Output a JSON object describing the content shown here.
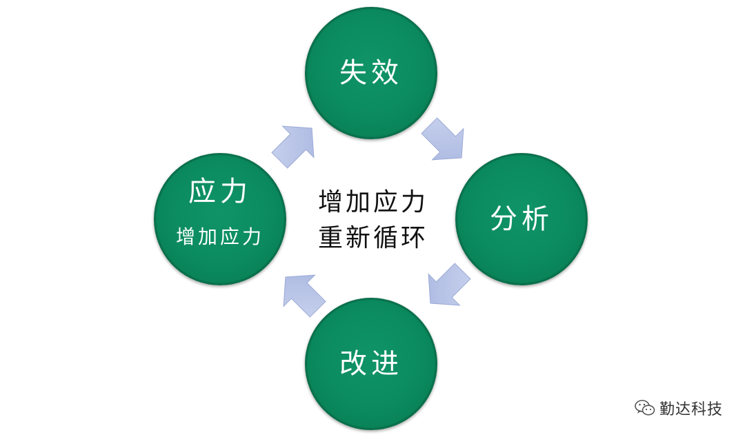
{
  "nodes": {
    "top": {
      "label": "失效"
    },
    "right": {
      "label": "分析"
    },
    "bottom": {
      "label": "改进"
    },
    "left": {
      "label": "应力",
      "sublabel": "增加应力"
    }
  },
  "center": {
    "line1": "增加应力",
    "line2": "重新循环"
  },
  "watermark": {
    "text": "勤达科技",
    "icon": "wechat-icon"
  },
  "colors": {
    "node_fill": "#0b8a5f",
    "arrow_fill": "#b7c3e6",
    "text": "#111111"
  }
}
